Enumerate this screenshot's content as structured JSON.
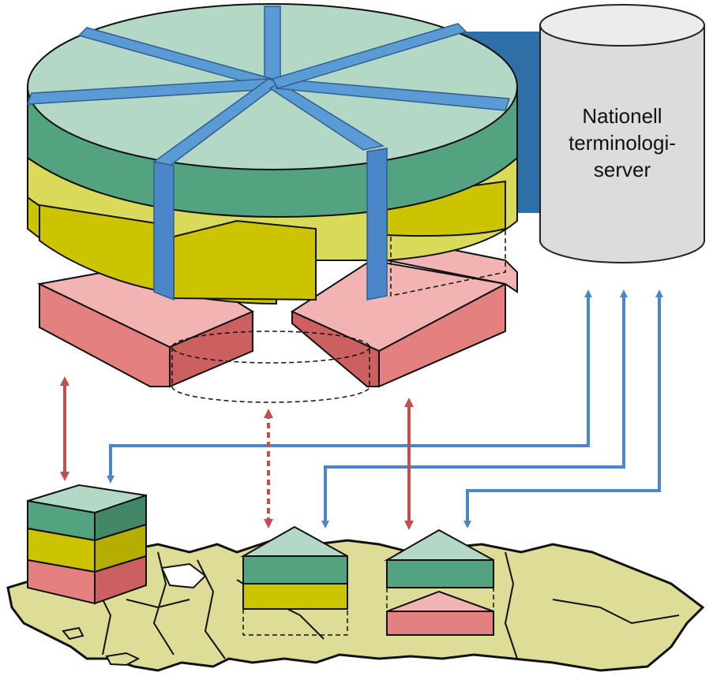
{
  "server": {
    "label_lines": [
      "Nationell",
      "terminologi-",
      "server"
    ]
  },
  "colors": {
    "top_layer_face": "#b3d8c6",
    "top_layer_side": "#54a380",
    "middle_layer_face": "#dada5a",
    "middle_layer_side": "#cdc400",
    "bottom_layer_face": "#f2b3b3",
    "bottom_layer_side": "#e58080",
    "band_blue": "#5b9bd5",
    "connector_dark_blue": "#2f6fa8",
    "arrow_blue": "#4a86c8",
    "arrow_red": "#c0504d",
    "map_fill": "#dedd98",
    "server_fill": "#dcdcdc"
  },
  "icons": [
    "database-cylinder-icon",
    "bidirectional-arrow-icon",
    "map-icon"
  ]
}
